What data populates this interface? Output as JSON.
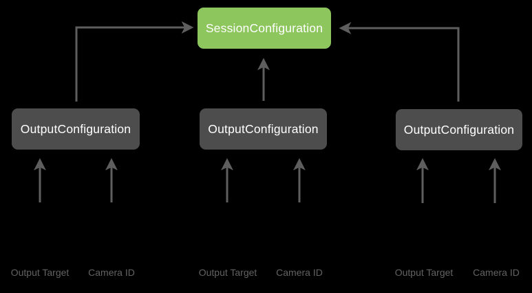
{
  "colors": {
    "background": "#000000",
    "session_box": "#8DC65D",
    "output_box": "#4D4D4D",
    "arrow": "#5E5E5E",
    "label_text": "#636363",
    "box_text": "#FFFFFF"
  },
  "diagram": {
    "session": {
      "label": "SessionConfiguration"
    },
    "outputs": [
      {
        "label": "OutputConfiguration",
        "inputs": [
          {
            "label": "Output Target"
          },
          {
            "label": "Camera ID"
          }
        ]
      },
      {
        "label": "OutputConfiguration",
        "inputs": [
          {
            "label": "Output Target"
          },
          {
            "label": "Camera ID"
          }
        ]
      },
      {
        "label": "OutputConfiguration",
        "inputs": [
          {
            "label": "Output Target"
          },
          {
            "label": "Camera ID"
          }
        ]
      }
    ]
  }
}
